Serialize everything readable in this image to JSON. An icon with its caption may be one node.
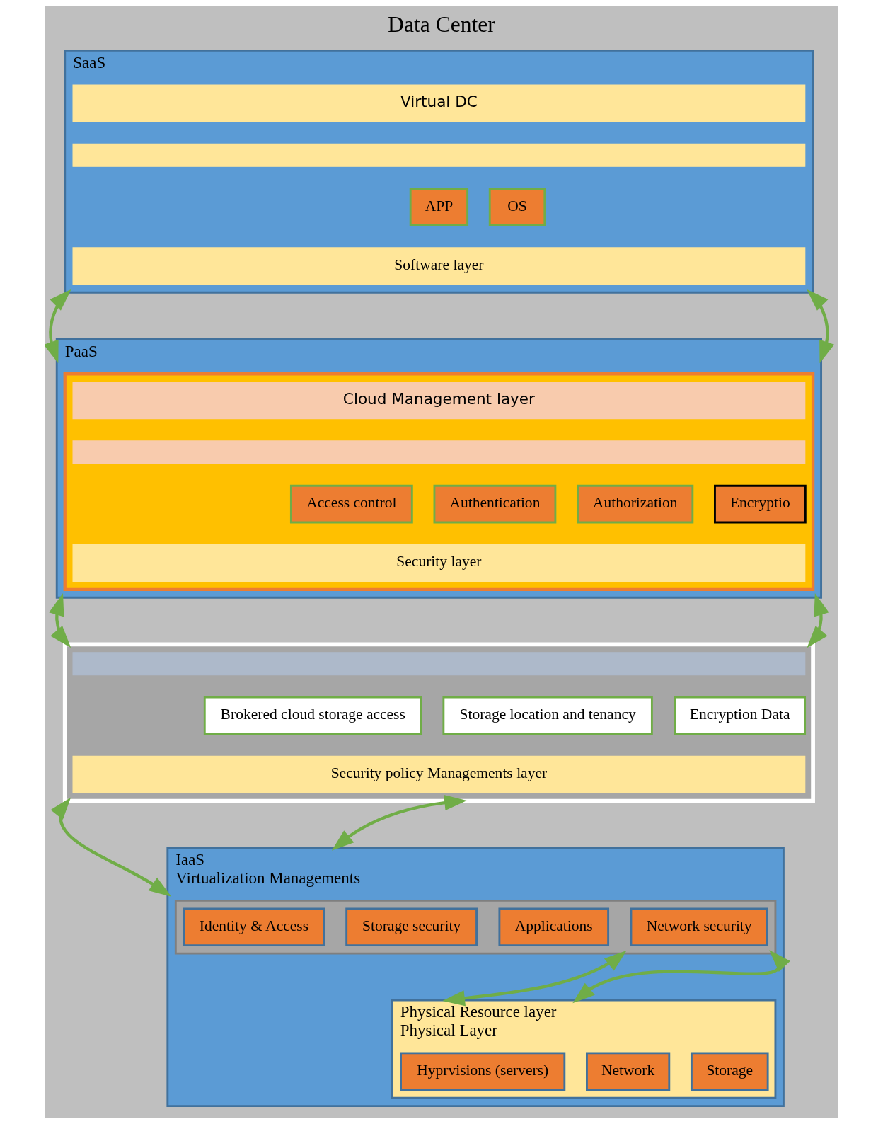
{
  "diagram": {
    "title": "Data Center",
    "nodes": [
      {
        "text": [
          "SaaS"
        ]
      },
      {
        "text": [
          "Virtual DC"
        ],
        "in": 0
      },
      {
        "text": [],
        "shape": "bar",
        "in": 0
      },
      {
        "text": [
          "APP"
        ],
        "in": 0
      },
      {
        "text": [
          "OS"
        ],
        "in": 0
      },
      {
        "text": [
          "Software layer"
        ],
        "in": 0
      },
      {
        "text": [
          "PaaS"
        ]
      },
      {
        "text": [],
        "shape": "box",
        "in": 6
      },
      {
        "text": [
          "Cloud Management layer"
        ],
        "in": 7
      },
      {
        "text": [],
        "shape": "bar",
        "in": 7
      },
      {
        "text": [
          "Access control"
        ],
        "in": 7
      },
      {
        "text": [
          "Authentication"
        ],
        "in": 7
      },
      {
        "text": [
          "Authorization"
        ],
        "in": 7
      },
      {
        "text": [
          "Encryptio"
        ],
        "in": 7
      },
      {
        "text": [
          "Security layer"
        ],
        "in": 7
      },
      {
        "text": [],
        "shape": "box"
      },
      {
        "text": [],
        "shape": "bar",
        "in": 15
      },
      {
        "text": [
          "Brokered cloud storage access"
        ],
        "in": 15
      },
      {
        "text": [
          "Storage location and tenancy"
        ],
        "in": 15
      },
      {
        "text": [
          "Encryption Data"
        ],
        "in": 15
      },
      {
        "text": [
          "Security policy Managements layer"
        ],
        "in": 15
      },
      {
        "text": [
          "IaaS",
          "Virtualization Managements"
        ]
      },
      {
        "text": [],
        "shape": "box",
        "in": 21
      },
      {
        "text": [
          "Identity & Access"
        ],
        "in": 22
      },
      {
        "text": [
          "Storage security"
        ],
        "in": 22
      },
      {
        "text": [
          "Applications"
        ],
        "in": 22
      },
      {
        "text": [
          "Network security"
        ],
        "in": 22
      },
      {
        "text": [
          "Physical Resource layer",
          "Physical Layer"
        ],
        "in": 21
      },
      {
        "text": [
          "Hyprvisions (servers)"
        ],
        "in": 27
      },
      {
        "text": [
          "Network"
        ],
        "in": 27
      },
      {
        "text": [
          "Storage"
        ],
        "in": 27
      }
    ],
    "edges": [
      {
        "from": 0,
        "to": 6,
        "arrow": "both"
      },
      {
        "from": 0,
        "to": 6,
        "arrow": "both"
      },
      {
        "from": 6,
        "to": 15,
        "arrow": "both"
      },
      {
        "from": 6,
        "to": 15,
        "arrow": "both"
      },
      {
        "from": 15,
        "to": 21,
        "arrow": "both"
      },
      {
        "from": 15,
        "to": 21,
        "arrow": "both"
      },
      {
        "from": 22,
        "to": 27,
        "arrow": "both"
      },
      {
        "from": 22,
        "to": 27,
        "arrow": "both"
      }
    ]
  }
}
